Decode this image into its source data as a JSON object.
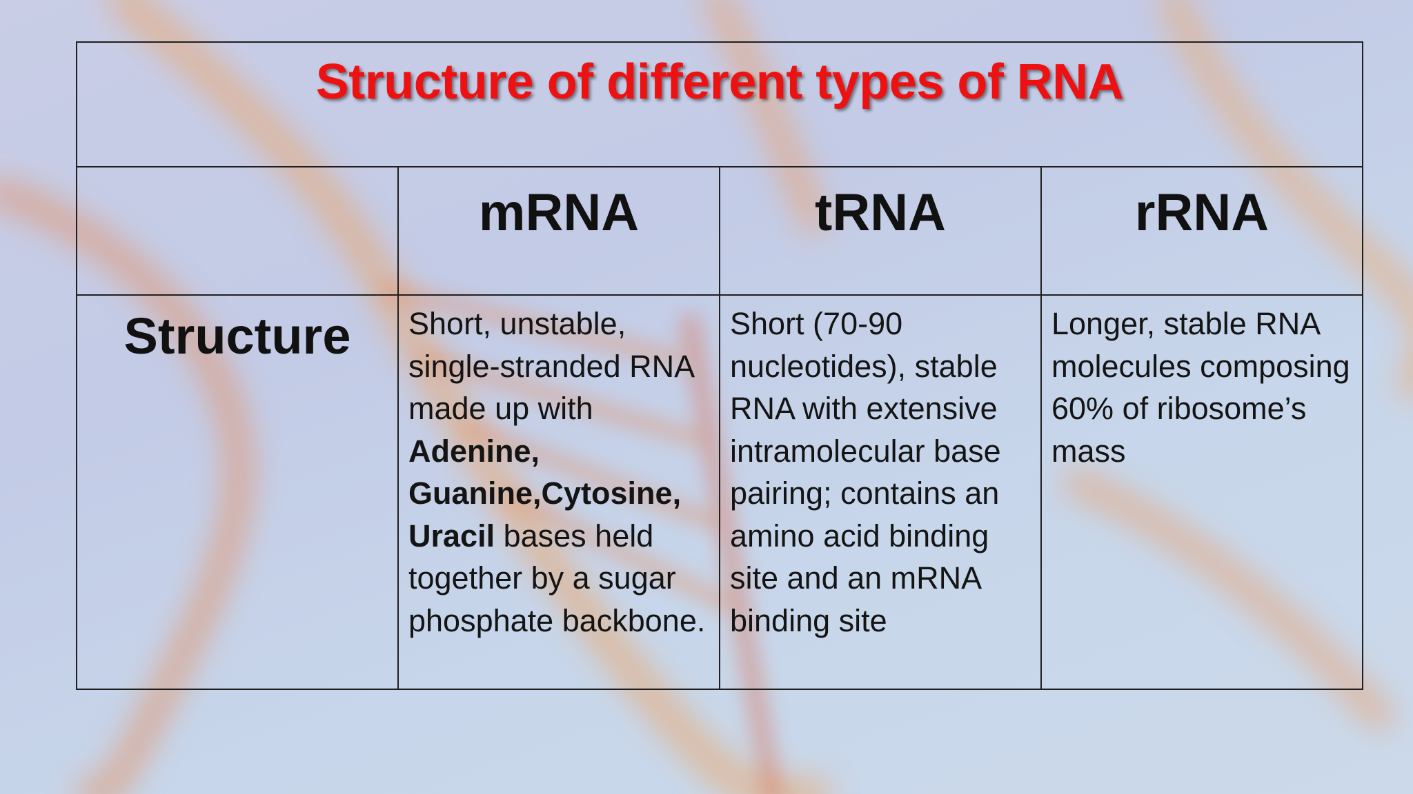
{
  "slide": {
    "title": "Structure of different types of RNA",
    "title_color": "#ee1111"
  },
  "table": {
    "columns": [
      "mRNA",
      "tRNA",
      "rRNA"
    ],
    "row_label": "Structure",
    "mrna": {
      "part1": "Short, unstable, single-stranded RNA made up with ",
      "bold1": "Adenine, Guanine,Cytosine, Uracil",
      "part2": " bases held together by a sugar phosphate backbone."
    },
    "trna": "Short (70-90 nucleotides), stable RNA with extensive intramolecular base pairing; contains an amino acid binding site and an mRNA binding site",
    "rrna": "Longer, stable RNA molecules composing 60% of ribosome’s mass"
  }
}
